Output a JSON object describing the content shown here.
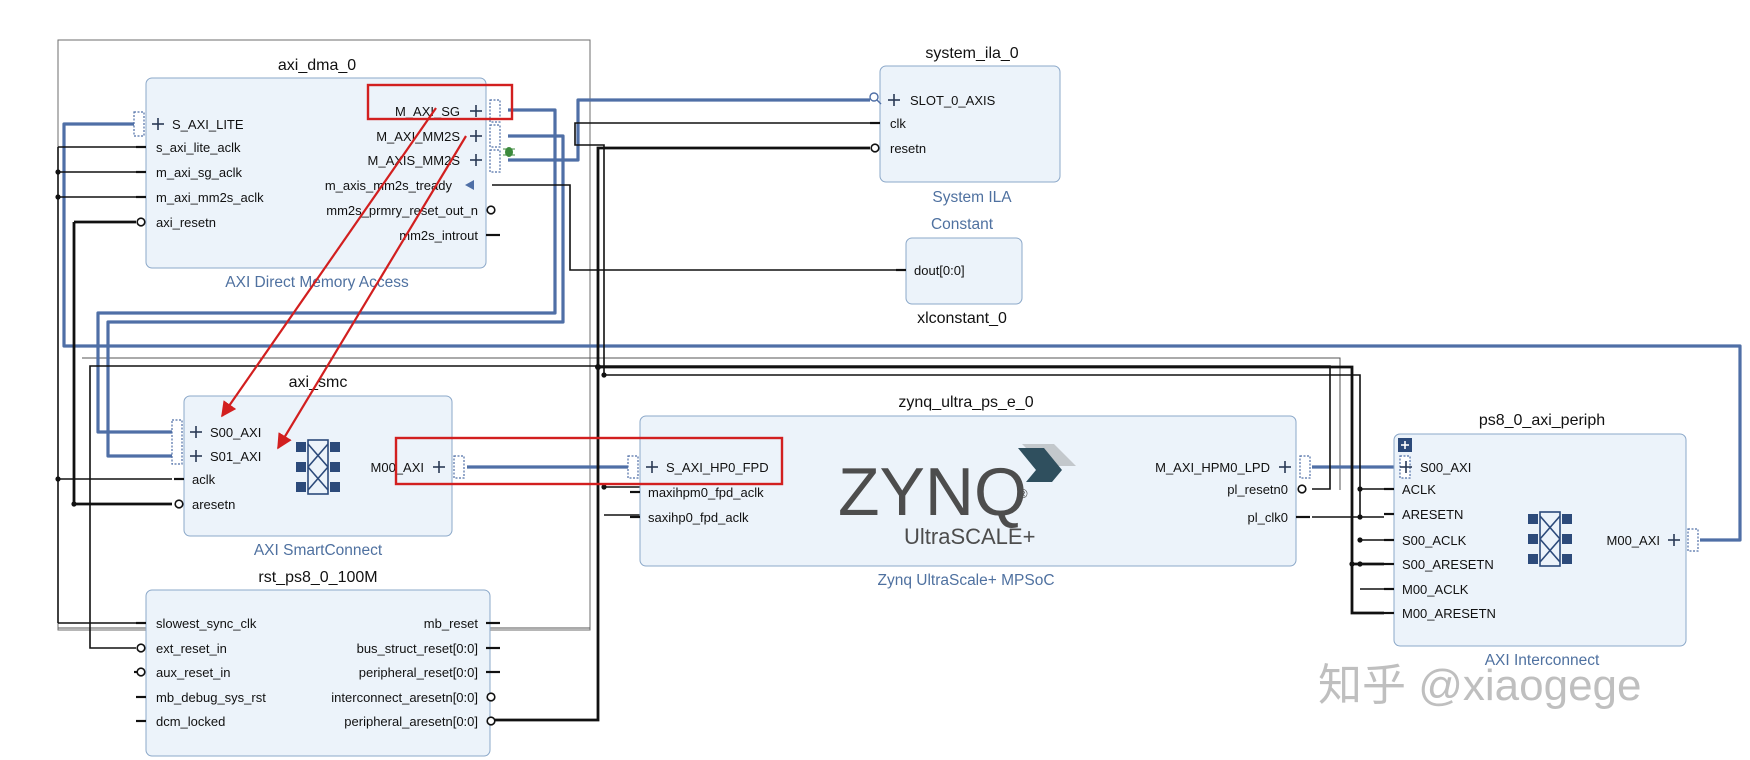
{
  "blocks": {
    "axi_dma": {
      "instance": "axi_dma_0",
      "type": "AXI Direct Memory Access",
      "ports_left": [
        "S_AXI_LITE",
        "s_axi_lite_aclk",
        "m_axi_sg_aclk",
        "m_axi_mm2s_aclk",
        "axi_resetn"
      ],
      "ports_right": [
        "M_AXI_SG",
        "M_AXI_MM2S",
        "M_AXIS_MM2S",
        "m_axis_mm2s_tready",
        "mm2s_prmry_reset_out_n",
        "mm2s_introut"
      ]
    },
    "system_ila": {
      "instance": "system_ila_0",
      "type": "System ILA",
      "ports_left": [
        "SLOT_0_AXIS",
        "clk",
        "resetn"
      ]
    },
    "xlconstant": {
      "type": "Constant",
      "instance": "xlconstant_0",
      "ports_right": [
        "dout[0:0]"
      ]
    },
    "axi_smc": {
      "instance": "axi_smc",
      "type": "AXI SmartConnect",
      "ports_left": [
        "S00_AXI",
        "S01_AXI",
        "aclk",
        "aresetn"
      ],
      "ports_right": [
        "M00_AXI"
      ]
    },
    "zynq": {
      "instance": "zynq_ultra_ps_e_0",
      "type": "Zynq UltraScale+ MPSoC",
      "ports_left": [
        "S_AXI_HP0_FPD",
        "maxihpm0_fpd_aclk",
        "saxihp0_fpd_aclk"
      ],
      "ports_right": [
        "M_AXI_HPM0_LPD",
        "pl_resetn0",
        "pl_clk0"
      ],
      "logo_main": "ZYNQ",
      "logo_reg": "®",
      "logo_sub": "UltraSCALE+"
    },
    "ps8_periph": {
      "instance": "ps8_0_axi_periph",
      "type": "AXI Interconnect",
      "ports_left": [
        "S00_AXI",
        "ACLK",
        "ARESETN",
        "S00_ACLK",
        "S00_ARESETN",
        "M00_ACLK",
        "M00_ARESETN"
      ],
      "ports_right": [
        "M00_AXI"
      ]
    },
    "rst": {
      "instance": "rst_ps8_0_100M",
      "ports_left": [
        "slowest_sync_clk",
        "ext_reset_in",
        "aux_reset_in",
        "mb_debug_sys_rst",
        "dcm_locked"
      ],
      "ports_right": [
        "mb_reset",
        "bus_struct_reset[0:0]",
        "peripheral_reset[0:0]",
        "interconnect_aresetn[0:0]",
        "peripheral_aresetn[0:0]"
      ]
    }
  },
  "watermark": "知乎 @xiaogege",
  "colors": {
    "block_fill": "#ecf3fa",
    "block_border": "#8ba8c9",
    "bus": "#4f6fa6",
    "highlight": "#d21f1f",
    "subtitle": "#4f71a0"
  }
}
